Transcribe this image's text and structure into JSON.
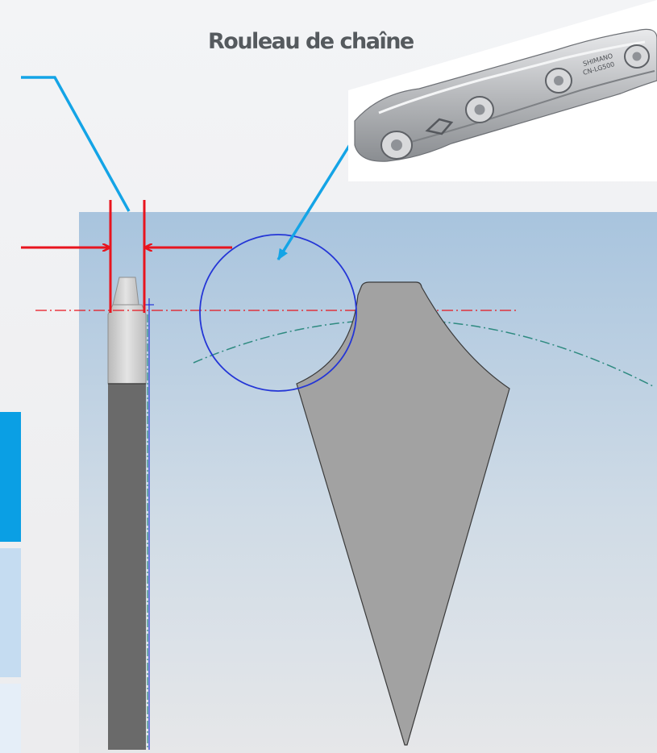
{
  "title": "Rouleau de chaîne",
  "chain": {
    "brand": "SHIMANO",
    "model": "CN-LG500"
  },
  "colors": {
    "dimension_red": "#e8141e",
    "callout_blue": "#14a4e6",
    "roller_outline": "#2436d6",
    "centerline_teal": "#2e8a80",
    "tooth_gray": "#a2a2a2",
    "section_dark": "#6a6a6a",
    "tab_active": "#0a9fe4",
    "tab_light": "#c5dcf1",
    "tab_lighter": "#e5eef8"
  },
  "icons": [
    "chain-photo-icon"
  ]
}
